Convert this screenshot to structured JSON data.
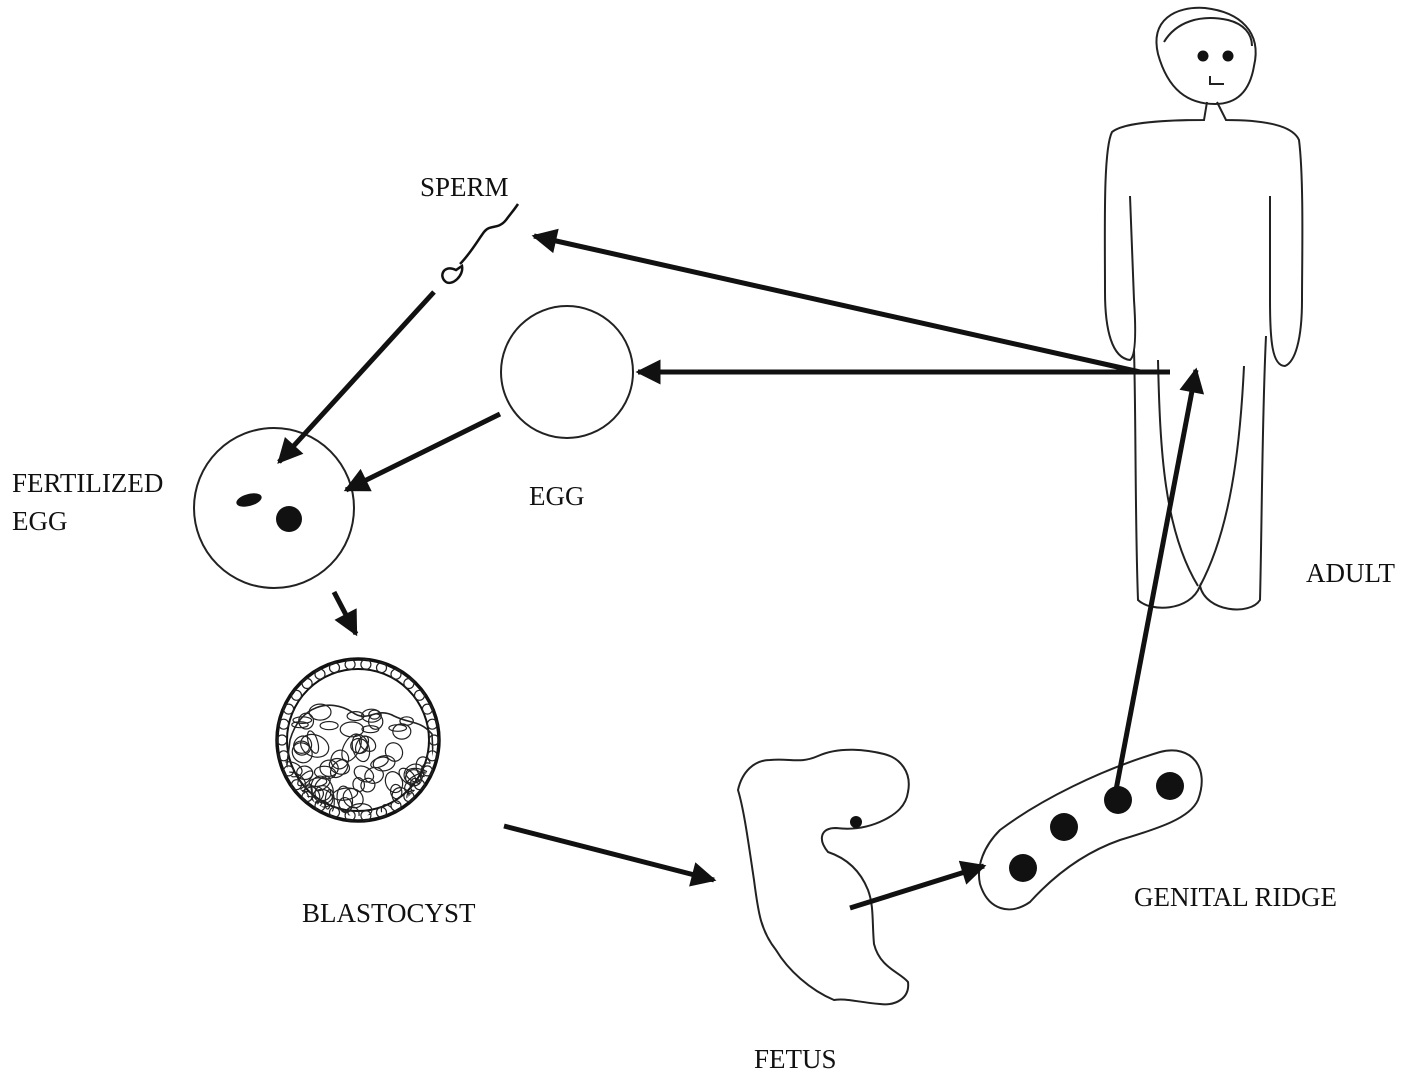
{
  "labels": {
    "sperm": "SPERM",
    "egg": "EGG",
    "fertilized_line1": "FERTILIZED",
    "fertilized_line2": "EGG",
    "blastocyst": "BLASTOCYST",
    "fetus": "FETUS",
    "genital_ridge": "GENITAL RIDGE",
    "adult": "ADULT"
  },
  "colors": {
    "ink": "#111111",
    "background": "#ffffff"
  }
}
